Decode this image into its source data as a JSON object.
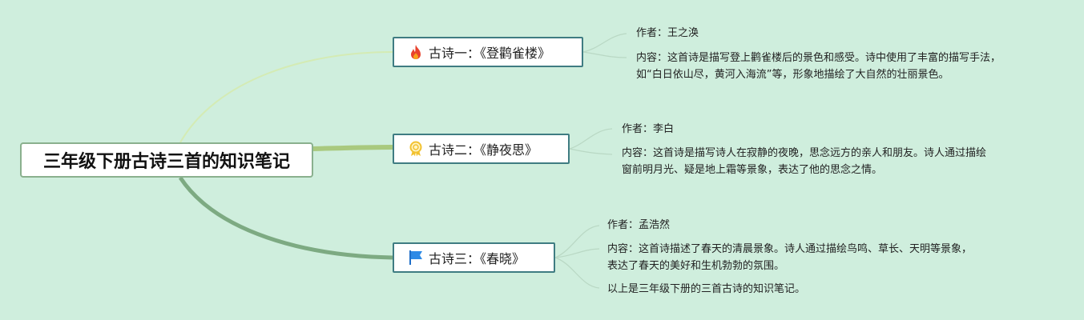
{
  "root": {
    "title": "三年级下册古诗三首的知识笔记"
  },
  "colors": {
    "background": "#cfeedd",
    "branch_1": "#d4ebb4",
    "branch_2": "#a9c97e",
    "branch_3": "#7daa82",
    "topic_border": "#3f7c82",
    "leaf_line": "#b9d8c4"
  },
  "poems": [
    {
      "icon": "fire-icon",
      "label": "古诗一：《登鹳雀楼》",
      "author": "作者：王之涣",
      "content_line1": "内容：这首诗是描写登上鹳雀楼后的景色和感受。诗中使用了丰富的描写手法，",
      "content_line2": "如“白日依山尽，黄河入海流”等，形象地描绘了大自然的壮丽景色。"
    },
    {
      "icon": "award-ribbon-icon",
      "label": "古诗二：《静夜思》",
      "author": "作者：李白",
      "content_line1": "内容：这首诗是描写诗人在寂静的夜晚，思念远方的亲人和朋友。诗人通过描绘",
      "content_line2": "窗前明月光、疑是地上霜等景象，表达了他的思念之情。"
    },
    {
      "icon": "flag-icon",
      "label": "古诗三：《春晓》",
      "author": "作者：孟浩然",
      "content_line1": "内容：这首诗描述了春天的清晨景象。诗人通过描绘鸟鸣、草长、天明等景象，",
      "content_line2": "表达了春天的美好和生机勃勃的氛围。",
      "summary": "以上是三年级下册的三首古诗的知识笔记。"
    }
  ]
}
